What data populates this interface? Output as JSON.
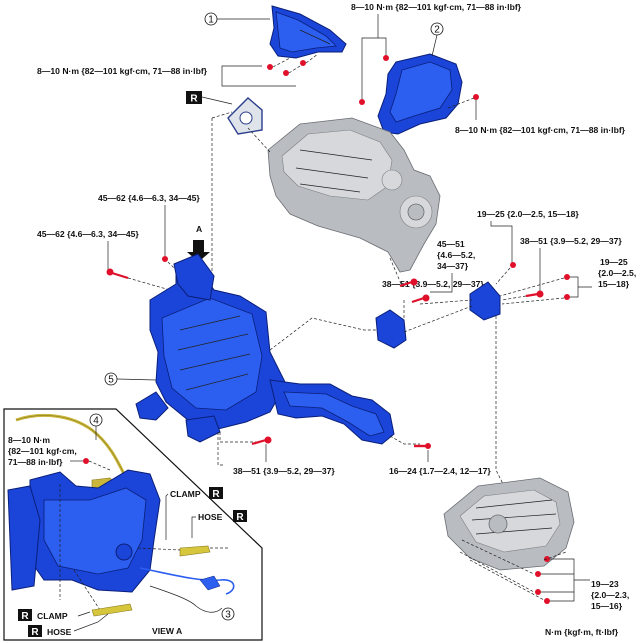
{
  "callouts": {
    "c1": "1",
    "c2": "2",
    "c3": "3",
    "c4": "4",
    "c5": "5"
  },
  "torque": {
    "t_top_right": "8—10 N·m {82—101 kgf·cm, 71—88 in·lbf}",
    "t_left_1": "8—10 N·m {82—101 kgf·cm, 71—88 in·lbf}",
    "t_right_2": "8—10 N·m {82—101 kgf·cm, 71—88 in·lbf}",
    "t_45_62_a": "45—62 {4.6—6.3, 34—45}",
    "t_45_62_b": "45—62 {4.6—6.3, 34—45}",
    "t_19_25_a": "19—25 {2.0—2.5, 15—18}",
    "t_38_51_a": "38—51 {3.9—5.2, 29—37}",
    "t_45_51_l1": "45—51",
    "t_45_51_l2": "{4.6—5.2,",
    "t_45_51_l3": "34—37}",
    "t_38_51_b": "38—51 {3.9—5.2, 29—37}",
    "t_19_25_b_l1": "19—25",
    "t_19_25_b_l2": "{2.0—2.5,",
    "t_19_25_b_l3": "15—18}",
    "t_38_51_c": "38—51 {3.9—5.2, 29—37}",
    "t_16_24": "16—24 {1.7—2.4, 12—17}",
    "t_19_23_l1": "19—23",
    "t_19_23_l2": "{2.0—2.3,",
    "t_19_23_l3": "15—16}",
    "t_inset_l1": "8—10 N·m",
    "t_inset_l2": "{82—101 kgf·cm,",
    "t_inset_l3": "71—88 in·lbf}"
  },
  "labels": {
    "view_arrow": "A",
    "r": "R",
    "clamp_upper": "CLAMP",
    "hose_upper": "HOSE",
    "clamp_lower": "CLAMP",
    "hose_lower": "HOSE",
    "view_a": "VIEW A",
    "units": "N·m {kgf·m, ft·lbf}"
  }
}
